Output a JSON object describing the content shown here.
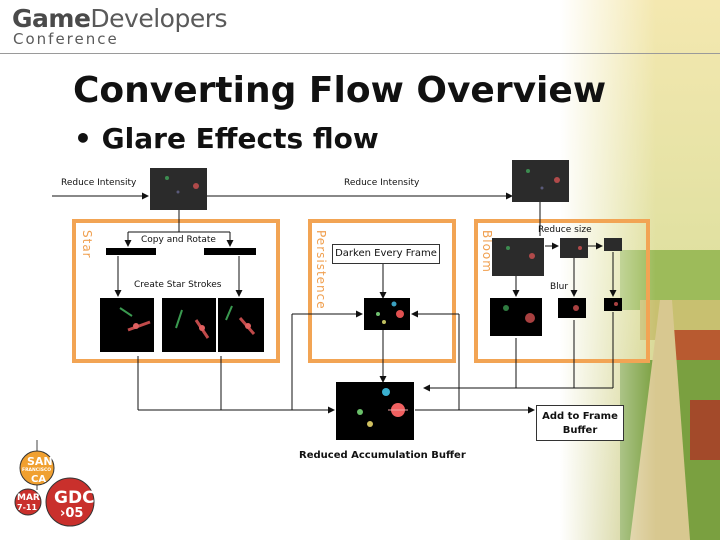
{
  "header": {
    "logo_game": "Game",
    "logo_developers": "Developers",
    "logo_conference": "Conference"
  },
  "slide": {
    "title": "Converting Flow Overview",
    "bullet": "Glare Effects flow"
  },
  "diagram": {
    "labels": {
      "reduce_intensity_left": "Reduce Intensity",
      "reduce_intensity_right": "Reduce Intensity",
      "copy_and_rotate": "Copy and Rotate",
      "create_star_strokes": "Create Star Strokes",
      "reduce_size": "Reduce size",
      "blur": "Blur",
      "darken_every_frame": "Darken Every Frame",
      "add_to_frame_buffer": "Add to Frame Buffer",
      "reduced_accumulation_buffer": "Reduced Accumulation Buffer"
    },
    "groups": {
      "star": "Star",
      "persistence": "Persistence",
      "bloom": "Bloom"
    }
  },
  "footer_badges": {
    "san": "SAN",
    "francisco": "FRANCISCO",
    "ca": "CA",
    "mar": "MAR",
    "dates": "7-11",
    "gdc": "GDC",
    "year": "05"
  },
  "colors": {
    "orange": "#f2a454",
    "badge_red": "#c9302c",
    "badge_orange": "#f0a030"
  }
}
